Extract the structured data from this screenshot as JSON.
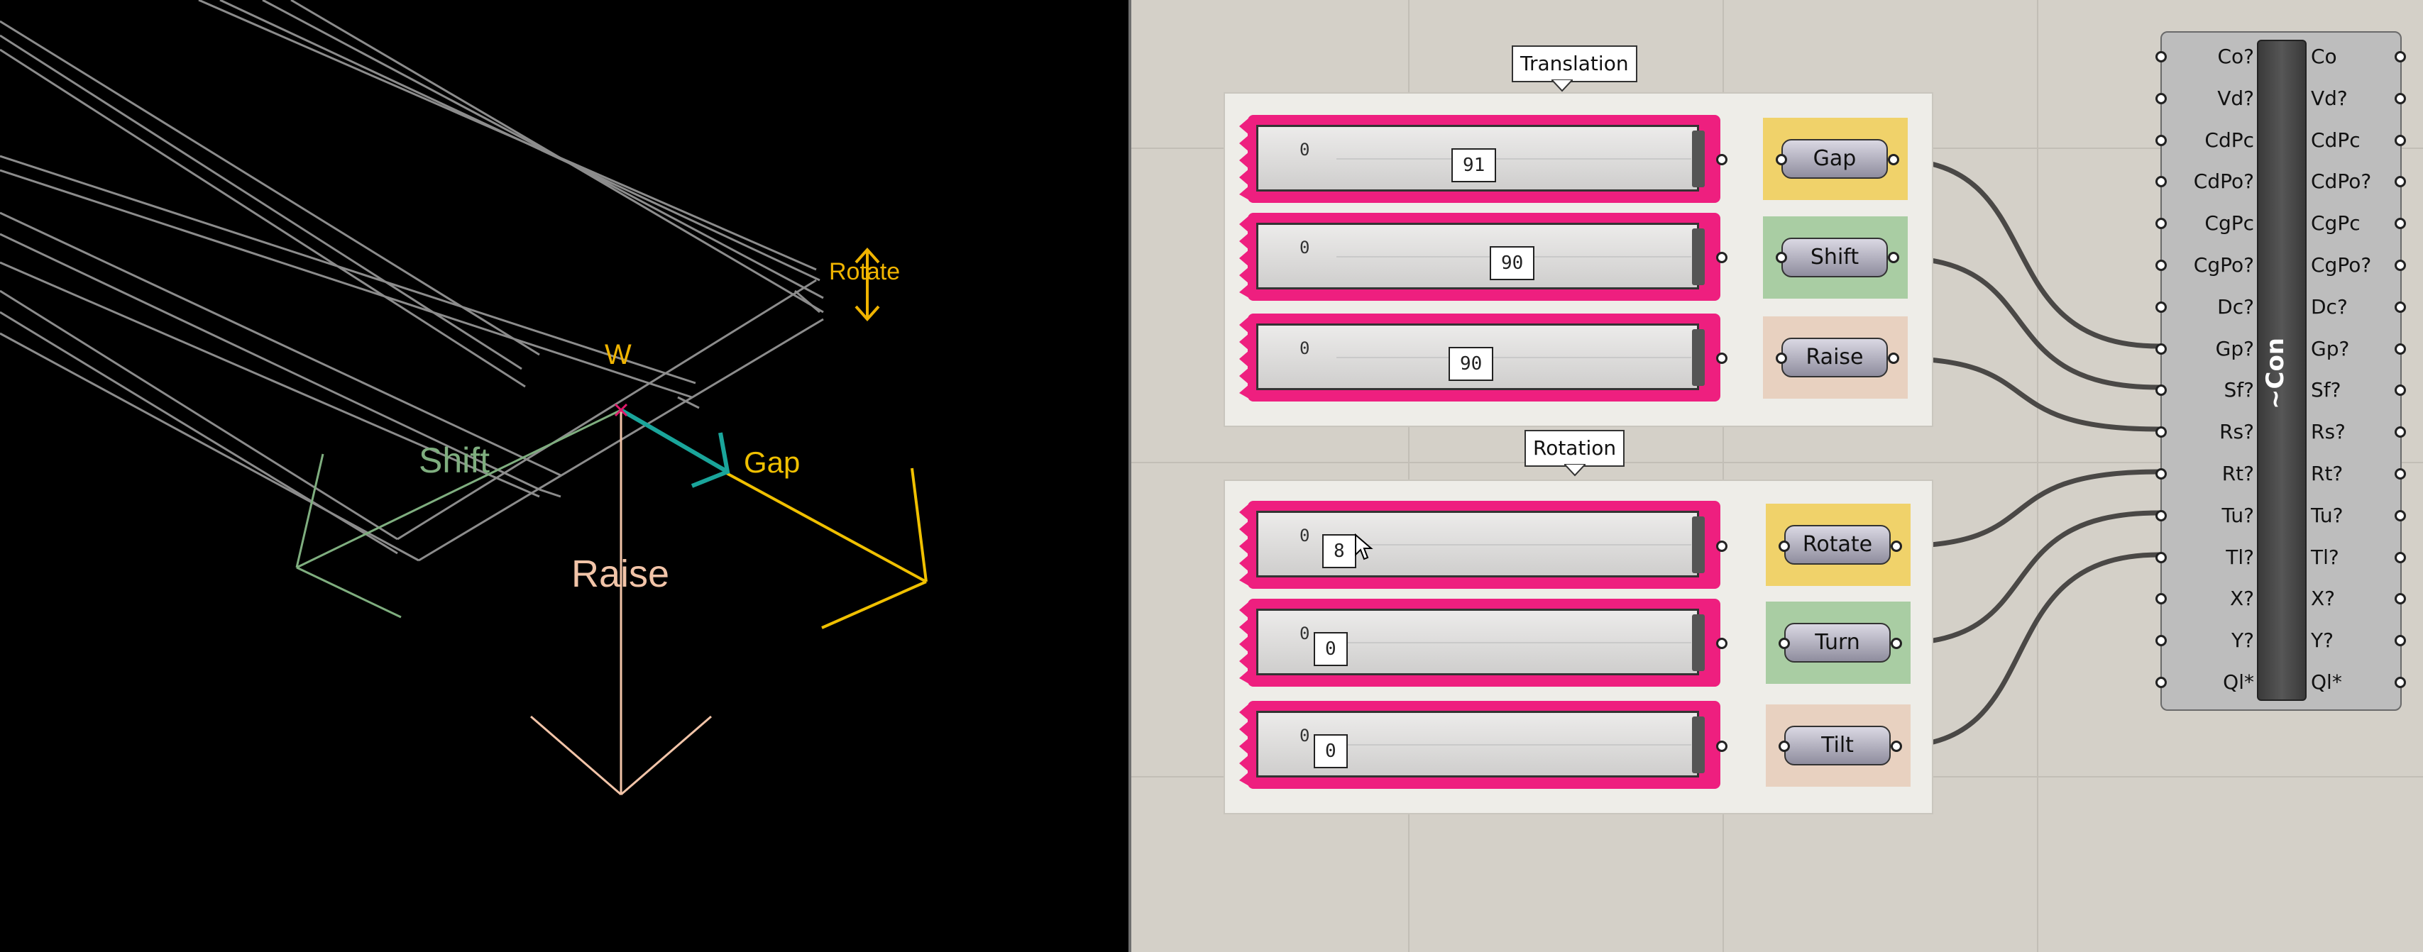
{
  "viewport": {
    "labels": {
      "rotate": "Rotate",
      "w": "W",
      "shift": "Shift",
      "gap": "Gap",
      "raise": "Raise"
    },
    "colors": {
      "background": "#000000",
      "geometry": "#8c8c8c",
      "rotate": "#f0b400",
      "shift": "#7fae7f",
      "gap": "#f0c000",
      "gap_axis": "#1aa59b",
      "raise": "#f2c4a8",
      "point": "#e01a6b"
    }
  },
  "groups": {
    "translation": {
      "label": "Translation"
    },
    "rotation": {
      "label": "Rotation"
    }
  },
  "sliders": [
    {
      "name": "gap-slider",
      "min": "0",
      "value": "91",
      "color": "#ee1f7f"
    },
    {
      "name": "shift-slider",
      "min": "0",
      "value": "90",
      "color": "#ee1f7f"
    },
    {
      "name": "raise-slider",
      "min": "0",
      "value": "90",
      "color": "#ee1f7f"
    },
    {
      "name": "rotate-slider",
      "min": "0",
      "value": "8",
      "color": "#ee1f7f"
    },
    {
      "name": "turn-slider",
      "min": "0",
      "value": "0",
      "color": "#ee1f7f"
    },
    {
      "name": "tilt-slider",
      "min": "0",
      "value": "0",
      "color": "#ee1f7f"
    }
  ],
  "params": [
    {
      "label": "Gap",
      "group_color": "#f0d26a"
    },
    {
      "label": "Shift",
      "group_color": "#a9cda3"
    },
    {
      "label": "Raise",
      "group_color": "#e8d1c0"
    },
    {
      "label": "Rotate",
      "group_color": "#f0d26a"
    },
    {
      "label": "Turn",
      "group_color": "#a9cda3"
    },
    {
      "label": "Tilt",
      "group_color": "#e8d1c0"
    }
  ],
  "component": {
    "title": "~Con",
    "inputs": [
      "Co?",
      "Vd?",
      "CdPc",
      "CdPo?",
      "CgPc",
      "CgPo?",
      "Dc?",
      "Gp?",
      "Sf?",
      "Rs?",
      "Rt?",
      "Tu?",
      "Tl?",
      "X?",
      "Y?",
      "Ql*"
    ],
    "outputs": [
      "Co",
      "Vd?",
      "CdPc",
      "CdPo?",
      "CgPc",
      "CgPo?",
      "Dc?",
      "Gp?",
      "Sf?",
      "Rs?",
      "Rt?",
      "Tu?",
      "Tl?",
      "X?",
      "Y?",
      "Ql*"
    ]
  }
}
